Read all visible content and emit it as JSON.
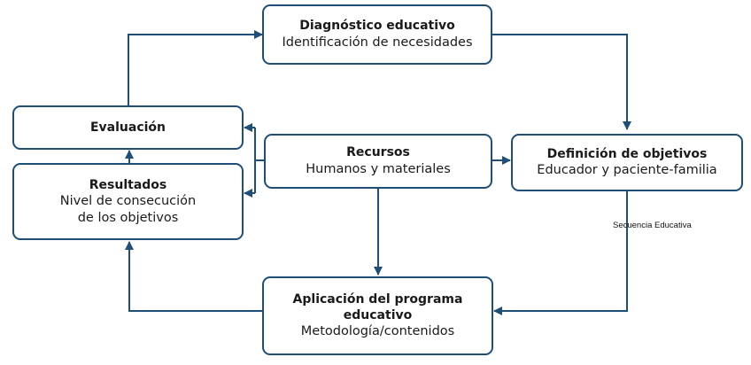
{
  "nodes": {
    "diagnostico": {
      "title": "Diagnóstico educativo",
      "subtitle": "Identificación de necesidades"
    },
    "definicion": {
      "title": "Definición de objetivos",
      "subtitle": "Educador y paciente-familia"
    },
    "recursos": {
      "title": "Recursos",
      "subtitle": "Humanos y materiales"
    },
    "evaluacion": {
      "title": "Evaluación"
    },
    "resultados": {
      "title": "Resultados",
      "line1": "Nivel de consecución",
      "line2": "de los objetivos"
    },
    "aplicacion": {
      "title_line1": "Aplicación del programa",
      "title_line2": "educativo",
      "subtitle": "Metodología/contenidos"
    }
  },
  "caption": "Secuencia Educativa",
  "colors": {
    "border": "#1f4e79",
    "arrow": "#1f4e79"
  }
}
